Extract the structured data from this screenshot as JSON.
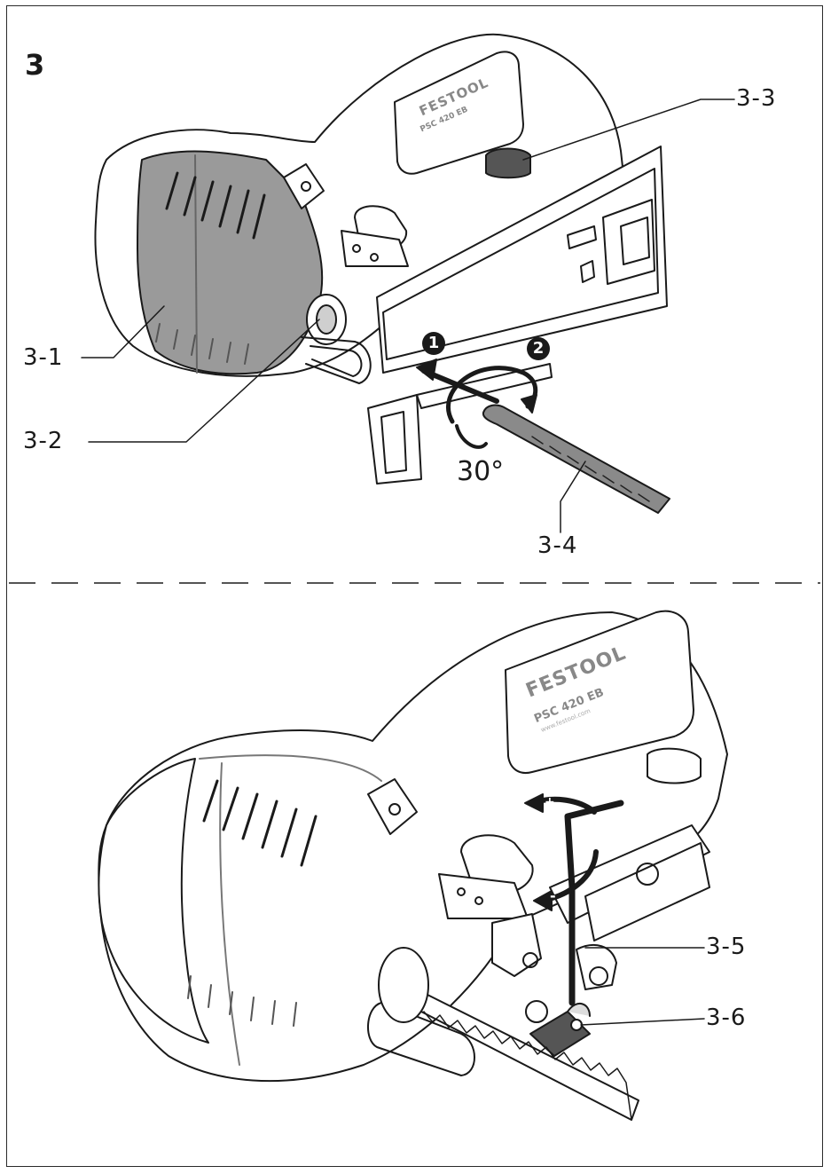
{
  "figure": {
    "number": "3"
  },
  "brand": {
    "name": "FESTOOL",
    "model_top": "PSC 420 EB",
    "model_bottom": "PSC 420 EB",
    "url_bottom": "www.festool.com"
  },
  "top_panel": {
    "callouts": {
      "c1": "3-1",
      "c2": "3-2",
      "c3": "3-3",
      "c4": "3-4"
    },
    "angle": "30°",
    "steps": {
      "s1": "1",
      "s2": "2"
    }
  },
  "bottom_panel": {
    "callouts": {
      "c5": "3-5",
      "c6": "3-6"
    },
    "signs": {
      "plus": "+",
      "minus": "-"
    }
  },
  "colors": {
    "line": "#1a1a1a",
    "body_fill": "#ffffff",
    "housing_shade": "#9a9a9a",
    "dash": "#555555"
  }
}
